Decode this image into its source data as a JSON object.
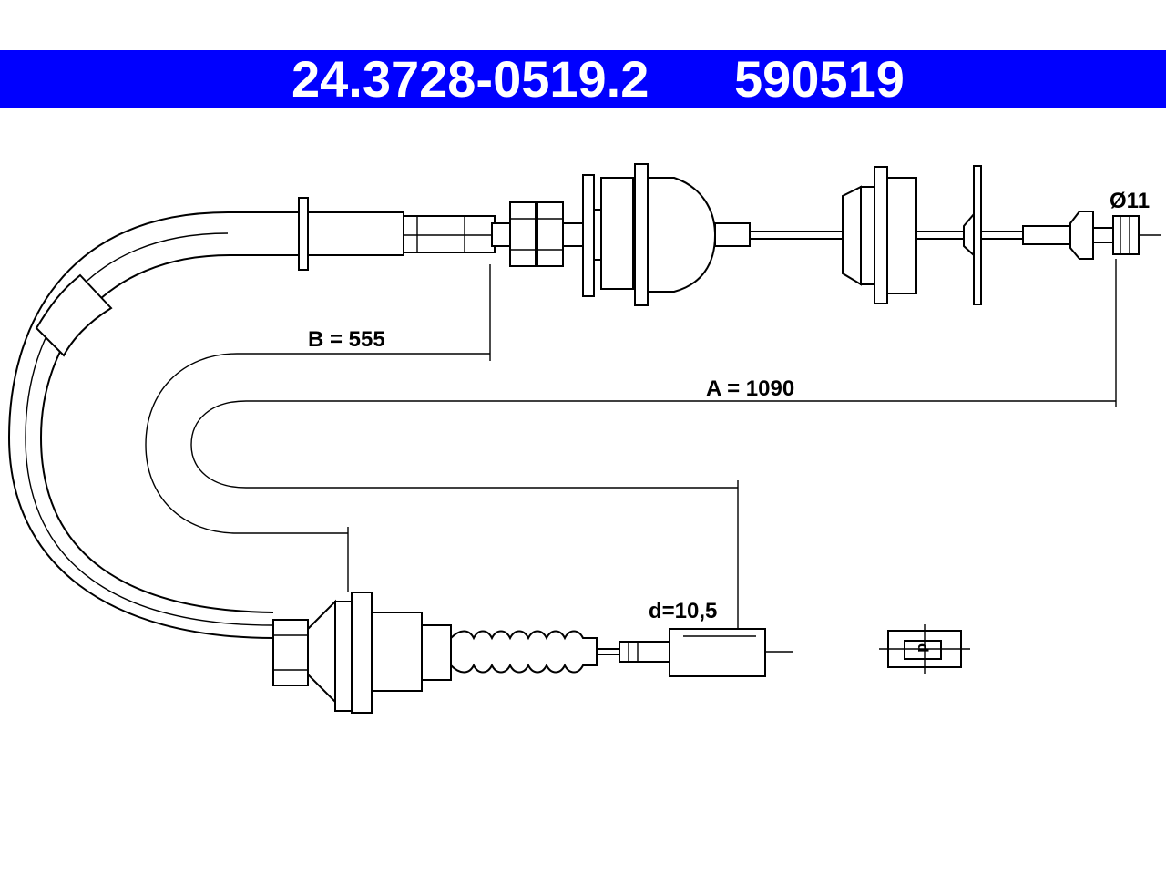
{
  "header": {
    "part_number_ate": "24.3728-0519.2",
    "part_number_alt": "590519",
    "background_color": "#0000ff",
    "text_color": "#ffffff"
  },
  "dimensions": {
    "diameter_label": "Ø11",
    "b_label": "B = 555",
    "a_label": "A = 1090",
    "d_label": "d=10,5",
    "detail_label": "d"
  }
}
